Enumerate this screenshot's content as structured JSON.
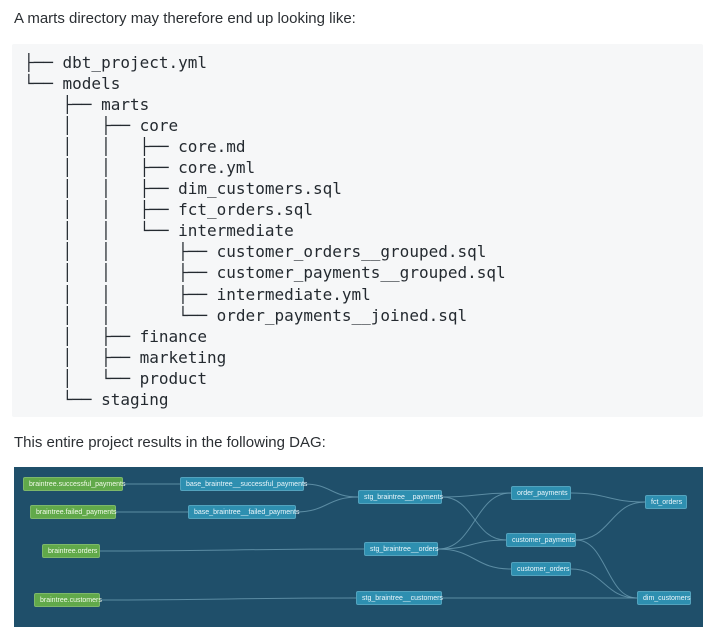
{
  "intro_text": "A marts directory may therefore end up looking like:",
  "tree_lines": [
    "├── dbt_project.yml",
    "└── models",
    "    ├── marts",
    "    │   ├── core",
    "    │   │   ├── core.md",
    "    │   │   ├── core.yml",
    "    │   │   ├── dim_customers.sql",
    "    │   │   ├── fct_orders.sql",
    "    │   │   └── intermediate",
    "    │   │       ├── customer_orders__grouped.sql",
    "    │   │       ├── customer_payments__grouped.sql",
    "    │   │       ├── intermediate.yml",
    "    │   │       └── order_payments__joined.sql",
    "    │   ├── finance",
    "    │   ├── marketing",
    "    │   └── product",
    "    └── staging"
  ],
  "dag_intro_text": "This entire project results in the following DAG:",
  "dag": {
    "colors": {
      "background": "#1f4f6a",
      "source": "#61a94a",
      "model": "#2e8fb0",
      "edge": "#6a9bb2"
    },
    "nodes": {
      "src_succ": {
        "label": "braintree.successful_payments",
        "kind": "source"
      },
      "src_fail": {
        "label": "braintree.failed_payments",
        "kind": "source"
      },
      "src_orders": {
        "label": "braintree.orders",
        "kind": "source"
      },
      "src_cust": {
        "label": "braintree.customers",
        "kind": "source"
      },
      "base_succ": {
        "label": "base_braintree__successful_payments",
        "kind": "model"
      },
      "base_fail": {
        "label": "base_braintree__failed_payments",
        "kind": "model"
      },
      "stg_pay": {
        "label": "stg_braintree__payments",
        "kind": "model"
      },
      "stg_ord": {
        "label": "stg_braintree__orders",
        "kind": "model"
      },
      "stg_cust": {
        "label": "stg_braintree__customers",
        "kind": "model"
      },
      "order_pay": {
        "label": "order_payments",
        "kind": "model"
      },
      "cust_pay": {
        "label": "customer_payments",
        "kind": "model"
      },
      "cust_ord": {
        "label": "customer_orders",
        "kind": "model"
      },
      "fct": {
        "label": "fct_orders",
        "kind": "model"
      },
      "dim": {
        "label": "dim_customers",
        "kind": "model"
      }
    },
    "edges": [
      [
        "src_succ",
        "base_succ"
      ],
      [
        "src_fail",
        "base_fail"
      ],
      [
        "base_succ",
        "stg_pay"
      ],
      [
        "base_fail",
        "stg_pay"
      ],
      [
        "src_orders",
        "stg_ord"
      ],
      [
        "src_cust",
        "stg_cust"
      ],
      [
        "stg_pay",
        "order_pay"
      ],
      [
        "stg_pay",
        "cust_pay"
      ],
      [
        "stg_ord",
        "order_pay"
      ],
      [
        "stg_ord",
        "cust_pay"
      ],
      [
        "stg_ord",
        "cust_ord"
      ],
      [
        "order_pay",
        "fct"
      ],
      [
        "cust_pay",
        "fct"
      ],
      [
        "cust_pay",
        "dim"
      ],
      [
        "cust_ord",
        "dim"
      ],
      [
        "stg_cust",
        "dim"
      ]
    ]
  }
}
